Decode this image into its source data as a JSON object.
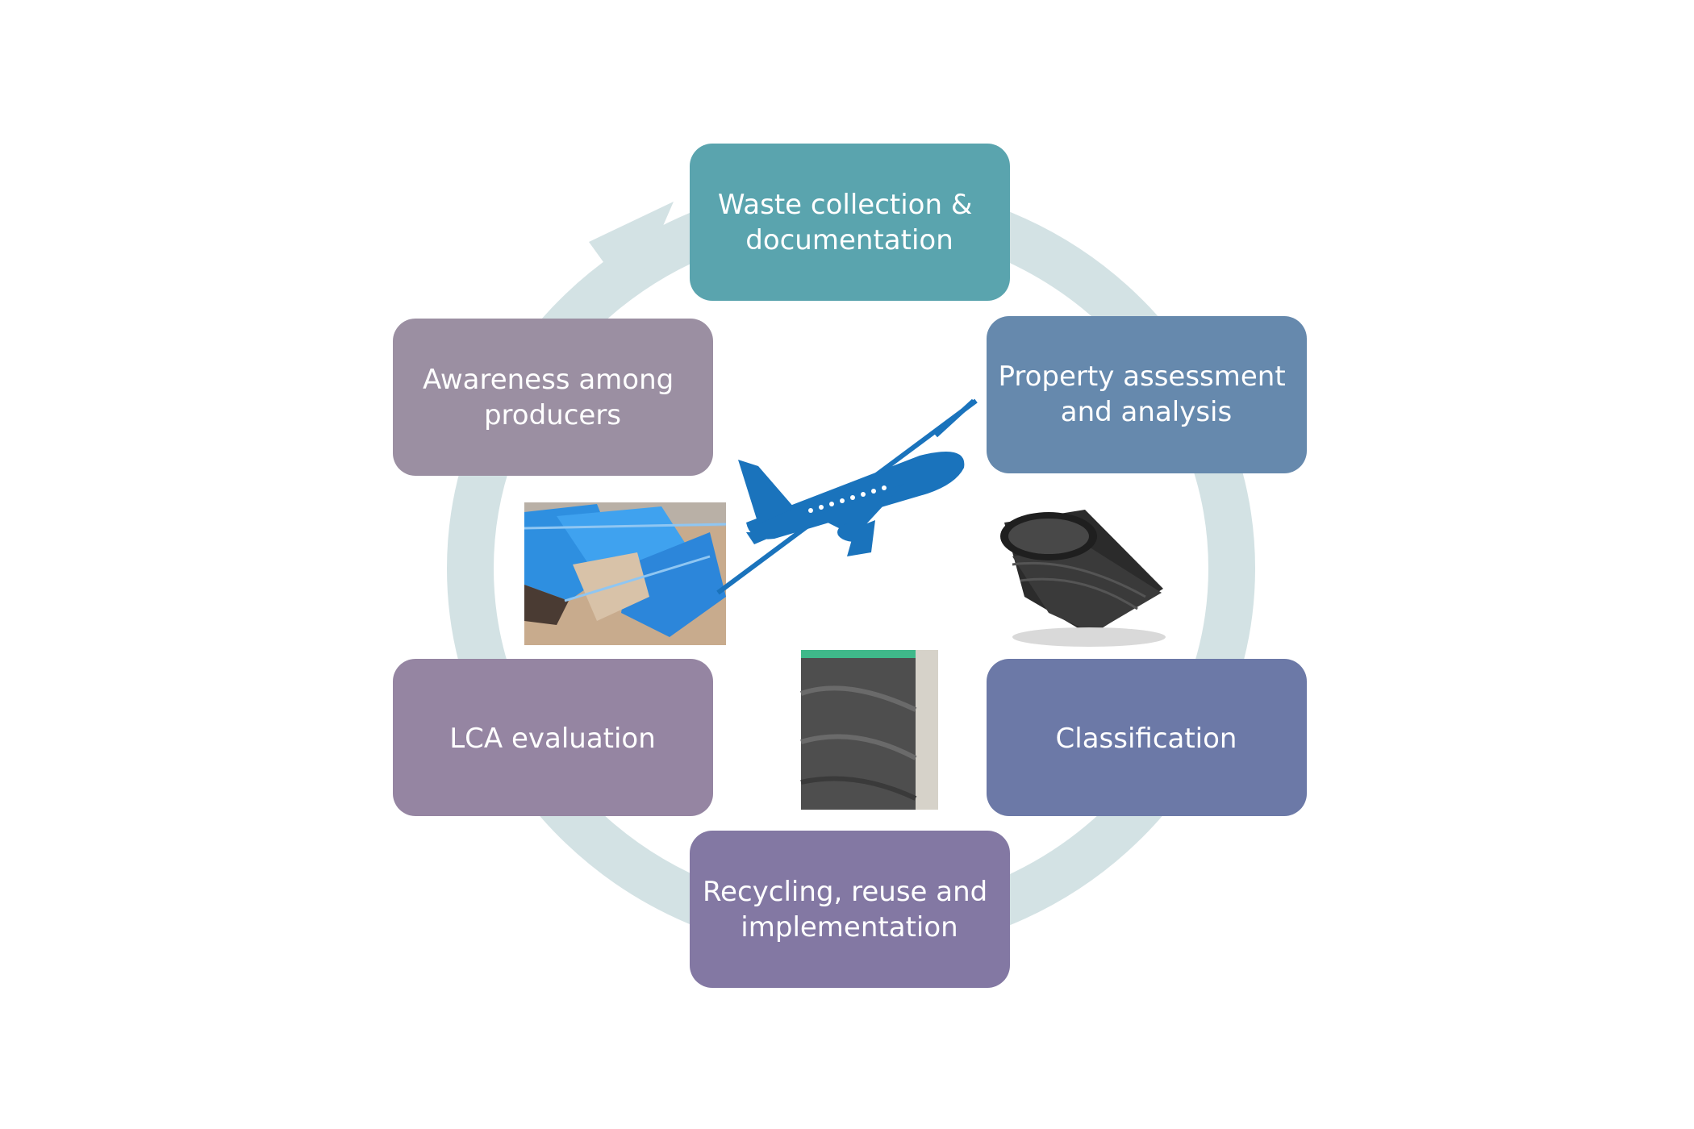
{
  "diagram": {
    "ring_color": "#d3e2e4",
    "stages": [
      {
        "id": "waste-collection",
        "lines": [
          "Waste collection &",
          "documentation"
        ],
        "color": "#5aa4ae"
      },
      {
        "id": "property-assessment",
        "lines": [
          "Property assessment",
          "and analysis"
        ],
        "color": "#6689ad"
      },
      {
        "id": "classification",
        "lines": [
          "Classification"
        ],
        "color": "#6c79a7"
      },
      {
        "id": "recycling-reuse",
        "lines": [
          "Recycling, reuse and",
          "implementation"
        ],
        "color": "#8378a3"
      },
      {
        "id": "lca-evaluation",
        "lines": [
          "LCA evaluation"
        ],
        "color": "#9585a2"
      },
      {
        "id": "awareness",
        "lines": [
          "Awareness among",
          "producers"
        ],
        "color": "#9b8fa2"
      }
    ],
    "icons": [
      "airplane-icon",
      "blue-packaged-prepreg-photo",
      "carbon-fiber-roll-photo",
      "carbon-fiber-fabric-photo"
    ],
    "icon_color": "#1a73bc"
  }
}
